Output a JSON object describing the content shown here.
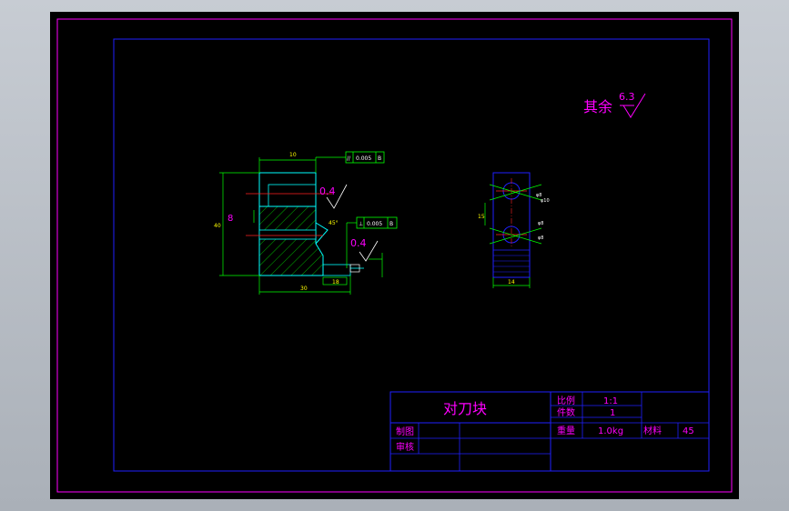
{
  "colors": {
    "magenta": "#ff00ff",
    "blue": "#2020ff",
    "green": "#00ff00",
    "red": "#ff2020",
    "yellow": "#ffff00",
    "white": "#ffffff",
    "cyan": "#00ffff"
  },
  "roughness_note": {
    "label": "其余",
    "value": "6.3"
  },
  "front_view": {
    "dim_top": "10",
    "dim_height": "40",
    "dim_bottom": "30",
    "dim_small": "18",
    "dim_diameter": "8",
    "angle": "45°",
    "roughness_1": "0.4",
    "roughness_2": "0.4",
    "tol_frame_1": {
      "symbol": "//",
      "value": "0.005",
      "datum": "B"
    },
    "tol_frame_2": {
      "symbol": "⊥",
      "value": "0.005",
      "datum": "B"
    }
  },
  "side_view": {
    "dim_width": "14",
    "dim_height": "15",
    "note_1": "φ8",
    "note_2": "φ10",
    "note_3": "φ8",
    "note_4": "φ8"
  },
  "title_block": {
    "part_name": "对刀块",
    "scale_label": "比例",
    "scale_value": "1:1",
    "qty_label": "件数",
    "qty_value": "1",
    "weight_label": "重量",
    "weight_value": "1.0kg",
    "material_label": "材料",
    "material_value": "45",
    "drawn_label": "制图",
    "checked_label": "审核"
  }
}
